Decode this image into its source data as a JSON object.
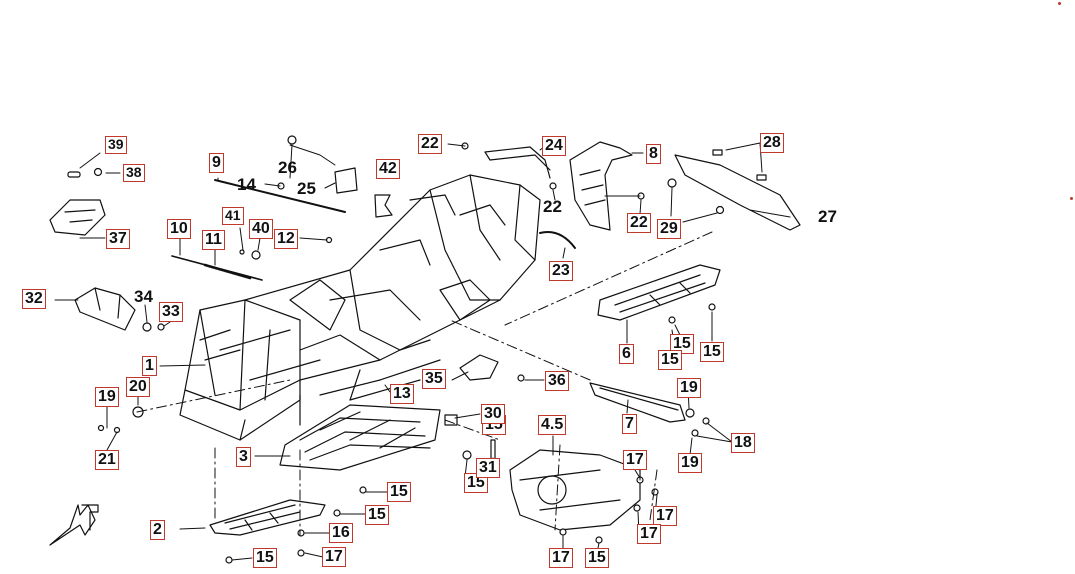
{
  "callouts": [
    {
      "n": "1"
    },
    {
      "n": "2"
    },
    {
      "n": "3"
    },
    {
      "n": "4.5"
    },
    {
      "n": "6"
    },
    {
      "n": "7"
    },
    {
      "n": "8"
    },
    {
      "n": "9"
    },
    {
      "n": "10"
    },
    {
      "n": "11"
    },
    {
      "n": "12"
    },
    {
      "n": "13"
    },
    {
      "n": "14"
    },
    {
      "n": "15"
    },
    {
      "n": "15"
    },
    {
      "n": "15"
    },
    {
      "n": "15"
    },
    {
      "n": "15"
    },
    {
      "n": "15"
    },
    {
      "n": "15"
    },
    {
      "n": "15"
    },
    {
      "n": "15"
    },
    {
      "n": "16"
    },
    {
      "n": "17"
    },
    {
      "n": "17"
    },
    {
      "n": "17"
    },
    {
      "n": "17"
    },
    {
      "n": "17"
    },
    {
      "n": "18"
    },
    {
      "n": "19"
    },
    {
      "n": "19"
    },
    {
      "n": "19"
    },
    {
      "n": "20"
    },
    {
      "n": "21"
    },
    {
      "n": "22"
    },
    {
      "n": "22"
    },
    {
      "n": "22"
    },
    {
      "n": "23"
    },
    {
      "n": "24"
    },
    {
      "n": "25"
    },
    {
      "n": "26"
    },
    {
      "n": "27"
    },
    {
      "n": "28"
    },
    {
      "n": "29"
    },
    {
      "n": "30"
    },
    {
      "n": "31"
    },
    {
      "n": "32"
    },
    {
      "n": "33"
    },
    {
      "n": "34"
    },
    {
      "n": "35"
    },
    {
      "n": "36"
    },
    {
      "n": "37"
    },
    {
      "n": "38"
    },
    {
      "n": "39"
    },
    {
      "n": "40"
    },
    {
      "n": "41"
    },
    {
      "n": "42"
    }
  ],
  "colors": {
    "callout_border": "#c0392b",
    "line": "#111111"
  }
}
